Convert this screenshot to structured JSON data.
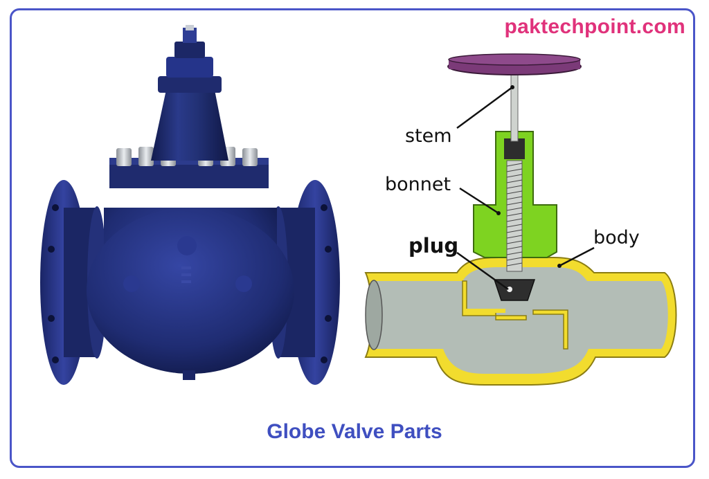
{
  "site_name": "paktechpoint.com",
  "caption": "Globe Valve Parts",
  "labels": {
    "stem": "stem",
    "bonnet": "bonnet",
    "plug": "plug",
    "body": "body"
  },
  "colors": {
    "frame": "#4a55c8",
    "site_name": "#e0327b",
    "caption": "#3f4fc0",
    "valve_photo": "#1d2a6b",
    "handwheel": "#7b3a78",
    "bonnet": "#7ed321",
    "body": "#f2dc2e",
    "interior": "#b3bdb6",
    "plug": "#2e2e2e"
  }
}
